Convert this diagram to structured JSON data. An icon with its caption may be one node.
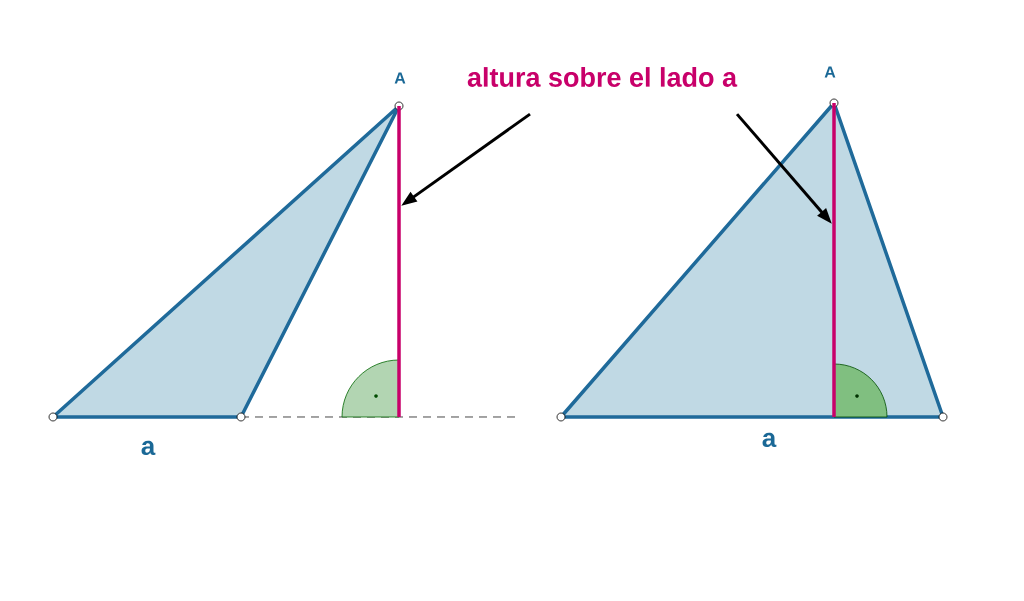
{
  "diagram": {
    "nodes": [
      {
        "text": [
          "altura sobre el lado a"
        ]
      },
      {
        "text": [],
        "shape": "bar"
      },
      {
        "text": [],
        "shape": "bar"
      }
    ],
    "edges": [
      {
        "from": 0,
        "to": 1,
        "arrow": "to"
      },
      {
        "from": 0,
        "to": 2,
        "arrow": "to"
      }
    ],
    "labels": [
      "A",
      "a",
      "A",
      "a"
    ]
  }
}
